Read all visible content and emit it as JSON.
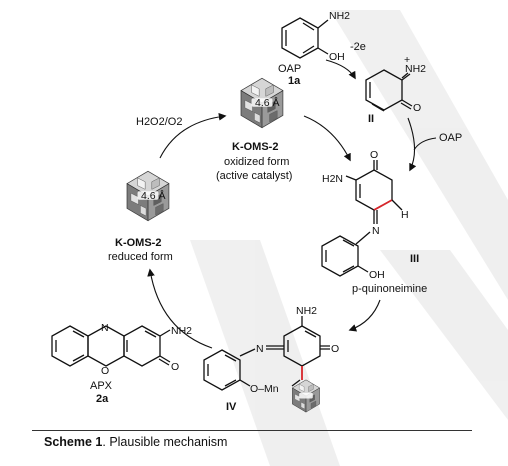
{
  "caption": {
    "label": "Scheme 1",
    "text": ". Plausible mechanism"
  },
  "compounds": {
    "oap": {
      "group": "NH2",
      "oh": "OH",
      "name": "OAP",
      "number": "1a"
    },
    "ii": {
      "group": "NH2",
      "plus": "+",
      "oxo": "O",
      "number": "II"
    },
    "iii": {
      "amine": "H2N",
      "oxo": "O",
      "h": "H",
      "n": "N",
      "oh": "OH",
      "number": "III",
      "name": "p-quinoneimine"
    },
    "iv": {
      "group": "NH2",
      "n": "N",
      "oxo": "O",
      "omn": "O–Mn",
      "number": "IV"
    },
    "apx": {
      "n": "N",
      "group": "NH2",
      "o": "O",
      "oxo": "O",
      "name": "APX",
      "number": "2a"
    }
  },
  "reagents": {
    "oxidant": "-2e",
    "oap": "OAP",
    "oxygen": "H2O2/O2"
  },
  "catalyst": {
    "oxidized": {
      "name": "K-OMS-2",
      "line1": "oxidized form",
      "line2": "(active catalyst)"
    },
    "reduced": {
      "name": "K-OMS-2",
      "line1": "reduced form"
    },
    "tunnel_label": "4.6 Å"
  }
}
